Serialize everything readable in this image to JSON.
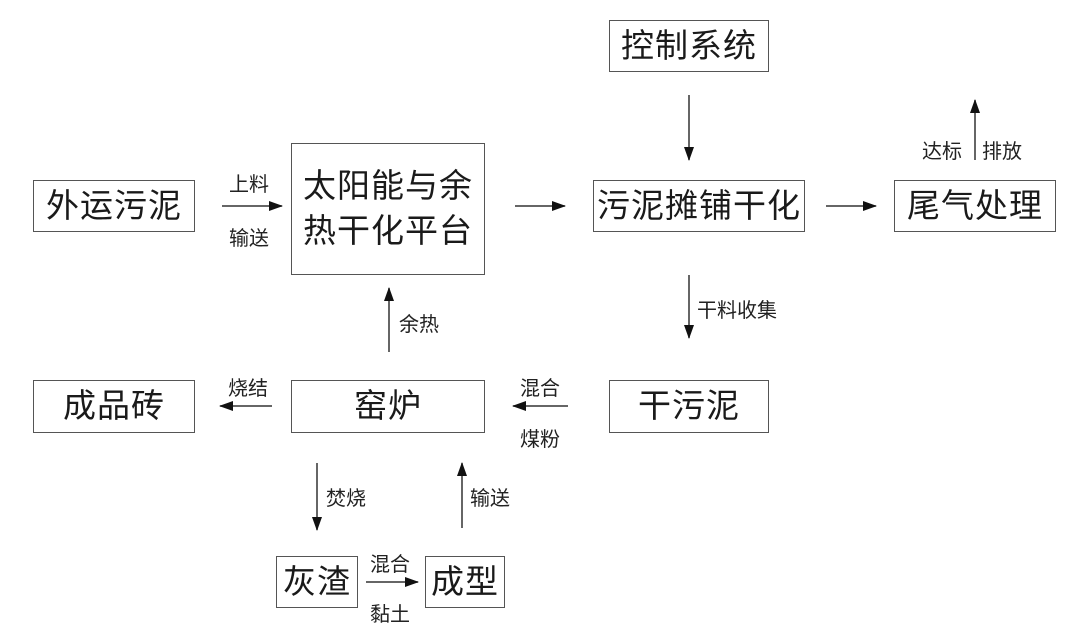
{
  "boxes": {
    "waiyun": "外运污泥",
    "platform_line1": "太阳能与余",
    "platform_line2": "热干化平台",
    "control": "控制系统",
    "spread": "污泥摊铺干化",
    "exhaust": "尾气处理",
    "kiln": "窑炉",
    "product": "成品砖",
    "dry_sludge": "干污泥",
    "ash": "灰渣",
    "forming": "成型"
  },
  "labels": {
    "feed_top": "上料",
    "feed_bottom": "输送",
    "dabiao": "达标",
    "paifang": "排放",
    "dry_collect": "干料收集",
    "waste_heat": "余热",
    "sinter": "烧结",
    "mix_top": "混合",
    "mix_bottom": "煤粉",
    "incinerate": "焚烧",
    "transport": "输送",
    "clay_top": "混合",
    "clay_bottom": "黏土"
  }
}
